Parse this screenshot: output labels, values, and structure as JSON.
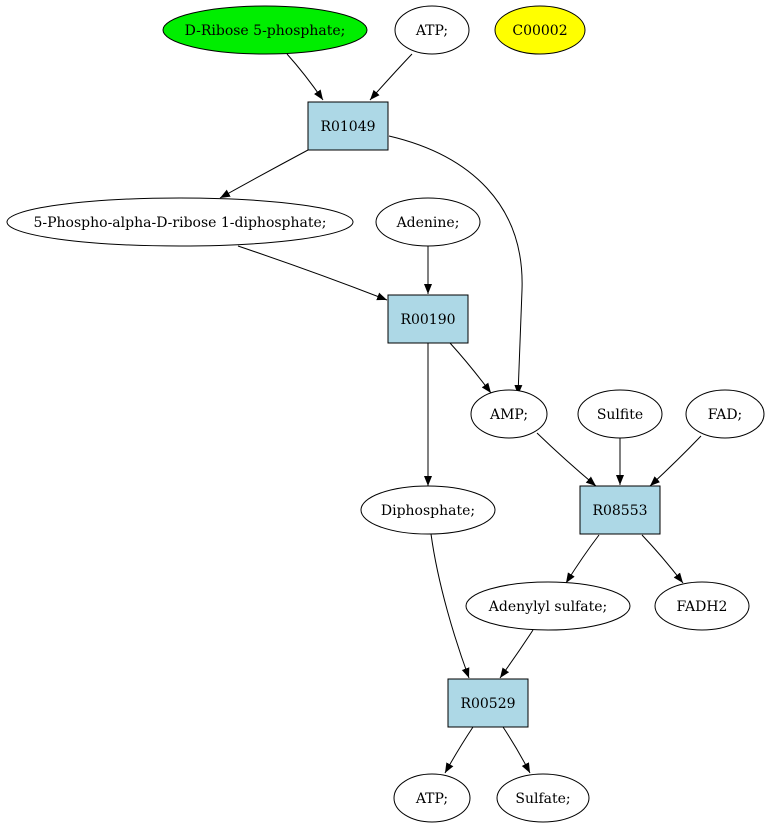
{
  "nodes": {
    "ribose5p": {
      "label": "D-Ribose 5-phosphate;",
      "fill": "#00ee00"
    },
    "atp_in": {
      "label": "ATP;",
      "fill": "#ffffff"
    },
    "c00002": {
      "label": "C00002",
      "fill": "#ffff00"
    },
    "r01049": {
      "label": "R01049",
      "fill": "#add8e6"
    },
    "prpp": {
      "label": "5-Phospho-alpha-D-ribose 1-diphosphate;",
      "fill": "#ffffff"
    },
    "adenine": {
      "label": "Adenine;",
      "fill": "#ffffff"
    },
    "r00190": {
      "label": "R00190",
      "fill": "#add8e6"
    },
    "amp": {
      "label": "AMP;",
      "fill": "#ffffff"
    },
    "sulfite": {
      "label": "Sulfite",
      "fill": "#ffffff"
    },
    "fad": {
      "label": "FAD;",
      "fill": "#ffffff"
    },
    "diphosphate": {
      "label": "Diphosphate;",
      "fill": "#ffffff"
    },
    "r08553": {
      "label": "R08553",
      "fill": "#add8e6"
    },
    "aps": {
      "label": "Adenylyl sulfate;",
      "fill": "#ffffff"
    },
    "fadh2": {
      "label": "FADH2",
      "fill": "#ffffff"
    },
    "r00529": {
      "label": "R00529",
      "fill": "#add8e6"
    },
    "atp_out": {
      "label": "ATP;",
      "fill": "#ffffff"
    },
    "sulfate": {
      "label": "Sulfate;",
      "fill": "#ffffff"
    }
  }
}
